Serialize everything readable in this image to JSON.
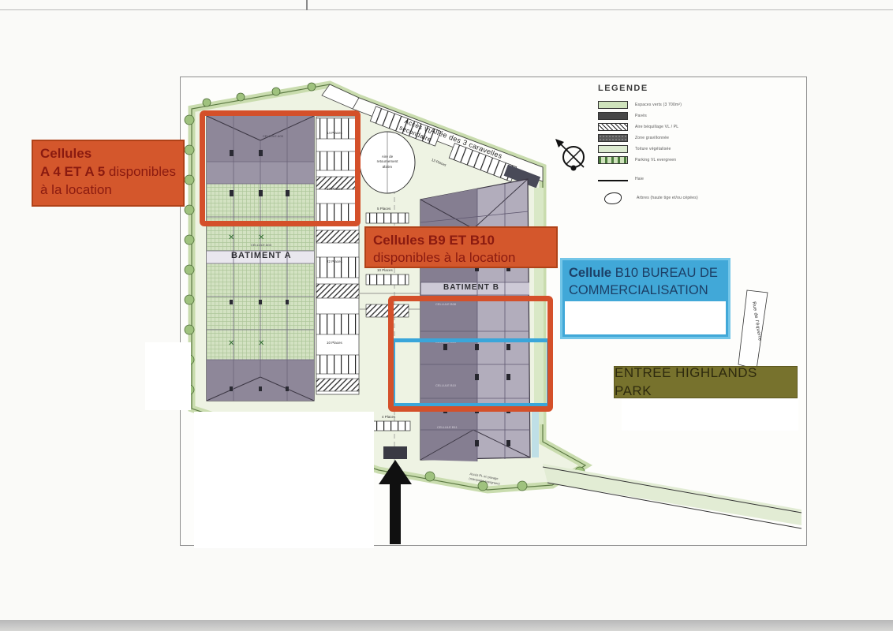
{
  "boxes": {
    "cells_a": {
      "line1": "Cellules",
      "line2_bold": "A 4 ET A 5",
      "line2_rest": " disponibles",
      "line3": "à la location"
    },
    "cells_b": {
      "line1": "Cellules B9 ET B10",
      "line2": "disponibles à la location"
    },
    "bureau": {
      "lead_bold": "Cellule",
      "line1_rest": " B10 BUREAU DE",
      "line2": "COMMERCIALISATION"
    },
    "entree": "ENTREE HIGHLANDS PARK"
  },
  "legend": {
    "title": "LEGENDE",
    "items": [
      {
        "label": "Espaces verts (3 700m²)"
      },
      {
        "label": "Pavés"
      },
      {
        "label": "Aire béquillage VL / PL"
      },
      {
        "label": "Zone gravillonnée"
      },
      {
        "label": "Toiture végétalisée"
      },
      {
        "label": "Parking VL evergreen"
      },
      {
        "label": "Haie"
      },
      {
        "label": "Arbres (haute tige et/ou cépées)"
      }
    ]
  },
  "plan": {
    "batiment_a": "BATIMENT A",
    "batiment_b": "BATIMENT B",
    "acces_line1": "Accès VL",
    "acces_line2": "secondaire",
    "allee": "Allée des 3 caravelles",
    "rue": "Rue de l'équerre",
    "circle_line1": "Aire de",
    "circle_line2": "retournement",
    "circle_line3": "Ø20m",
    "parking_labels": [
      "14 Places",
      "10 Places",
      "22 Places",
      "10 Places",
      "5 Places",
      "10 Places",
      "13 Places",
      "4 Places"
    ],
    "cells_a": [
      "CELLULE A05",
      "CELLULE A04"
    ],
    "cells_b": [
      "CELLULE B08",
      "CELLULE B09",
      "CELLULE B10",
      "CELLULE B11"
    ],
    "note_line1": "Accès PL en pavage",
    "note_line2": "(marquage evergreen)"
  },
  "colors": {
    "highlight_orange": "#d4502a",
    "highlight_blue": "#3aa6da",
    "box_orange": "#d4572c",
    "box_blue": "#41a8d8",
    "box_olive": "#77722d"
  }
}
